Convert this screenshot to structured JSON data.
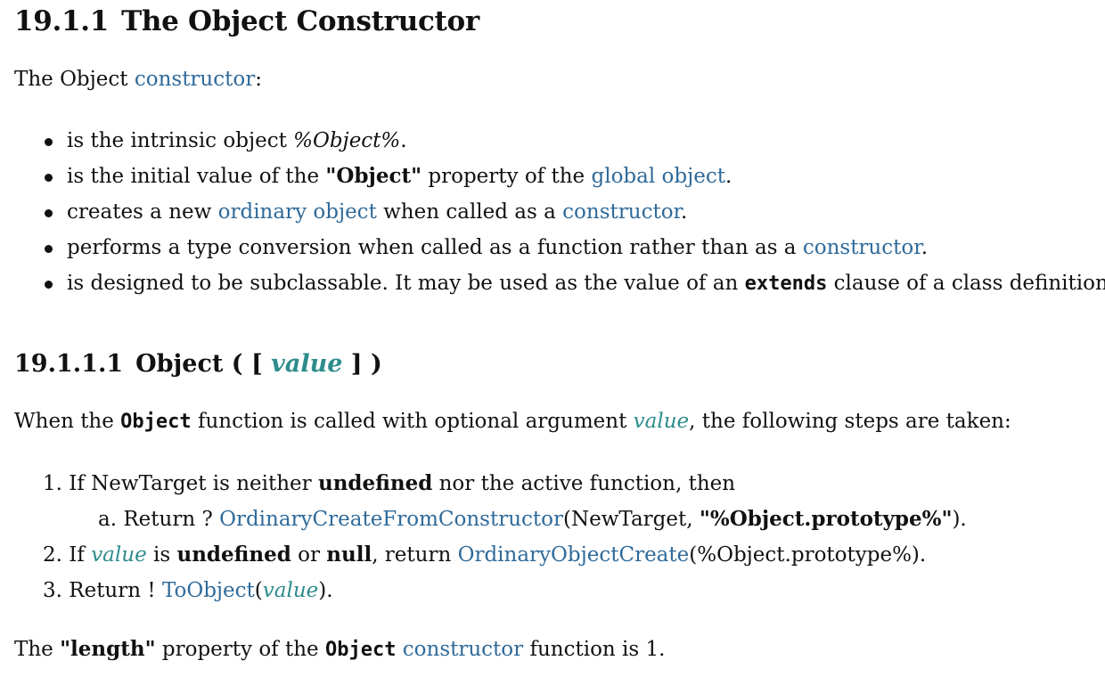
{
  "heading": {
    "number": "19.1.1",
    "title": "The Object Constructor"
  },
  "intro": {
    "prefix": "The Object ",
    "link": "constructor",
    "suffix": ":"
  },
  "bullets": [
    {
      "a": "is the intrinsic object ",
      "em": "%Object%",
      "b": "."
    },
    {
      "a": "is the initial value of the ",
      "strong": "\"Object\"",
      "b": " property of the ",
      "link": "global object",
      "c": "."
    },
    {
      "a": "creates a new ",
      "link1": "ordinary object",
      "b": " when called as a ",
      "link2": "constructor",
      "c": "."
    },
    {
      "a": "performs a type conversion when called as a function rather than as a ",
      "link": "constructor",
      "b": "."
    },
    {
      "a": "is designed to be subclassable. It may be used as the value of an ",
      "code": "extends",
      "b": " clause of a class definition."
    }
  ],
  "subheading": {
    "number": "19.1.1.1",
    "name": "Object ( [ ",
    "param": "value",
    "close": " ] )"
  },
  "when": {
    "a": "When the ",
    "code": "Object",
    "b": " function is called with optional argument ",
    "var": "value",
    "c": ", the following steps are taken:"
  },
  "steps": {
    "s1": {
      "num": "1. ",
      "a": "If NewTarget is neither ",
      "b1": "undefined",
      "b": " nor the active function, then"
    },
    "s1a": {
      "num": "a. ",
      "a": "Return ? ",
      "link": "OrdinaryCreateFromConstructor",
      "b": "(NewTarget, ",
      "strong": "\"%Object.prototype%\"",
      "c": ")."
    },
    "s2": {
      "num": "2. ",
      "a": "If ",
      "var": "value",
      "b": " is ",
      "b1": "undefined",
      "c": " or ",
      "b2": "null",
      "d": ", return ",
      "link": "OrdinaryObjectCreate",
      "e": "(%Object.prototype%)."
    },
    "s3": {
      "num": "3. ",
      "a": "Return ! ",
      "link": "ToObject",
      "b": "(",
      "var": "value",
      "c": ")."
    }
  },
  "length": {
    "a": "The ",
    "strong": "\"length\"",
    "b": " property of the ",
    "code": "Object",
    "c": " ",
    "link": "constructor",
    "d": " function is 1."
  },
  "colors": {
    "link": "#2f6a9a",
    "var": "#2e8c8c",
    "text": "#111111"
  }
}
